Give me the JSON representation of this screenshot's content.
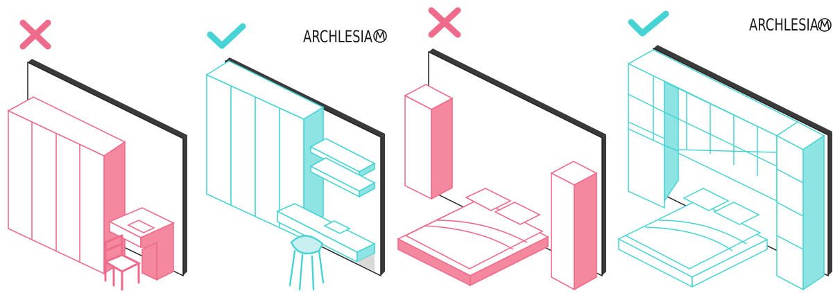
{
  "colors": {
    "wrong": "#ee6b8b",
    "wrong_fill": "#f4889f",
    "right": "#45d3d3",
    "right_fill": "#8ee3e3",
    "wall": "#3a3a3a",
    "line": "#ffffff"
  },
  "panels": [
    {
      "id": "desk-wrong",
      "status": "incorrect",
      "mark_icon": "cross-icon"
    },
    {
      "id": "desk-right",
      "status": "correct",
      "mark_icon": "check-icon",
      "brand": "ARCHLESIA"
    },
    {
      "id": "bed-wrong",
      "status": "incorrect",
      "mark_icon": "cross-icon"
    },
    {
      "id": "bed-right",
      "status": "correct",
      "mark_icon": "check-icon",
      "brand": "ARCHLESIA"
    }
  ]
}
